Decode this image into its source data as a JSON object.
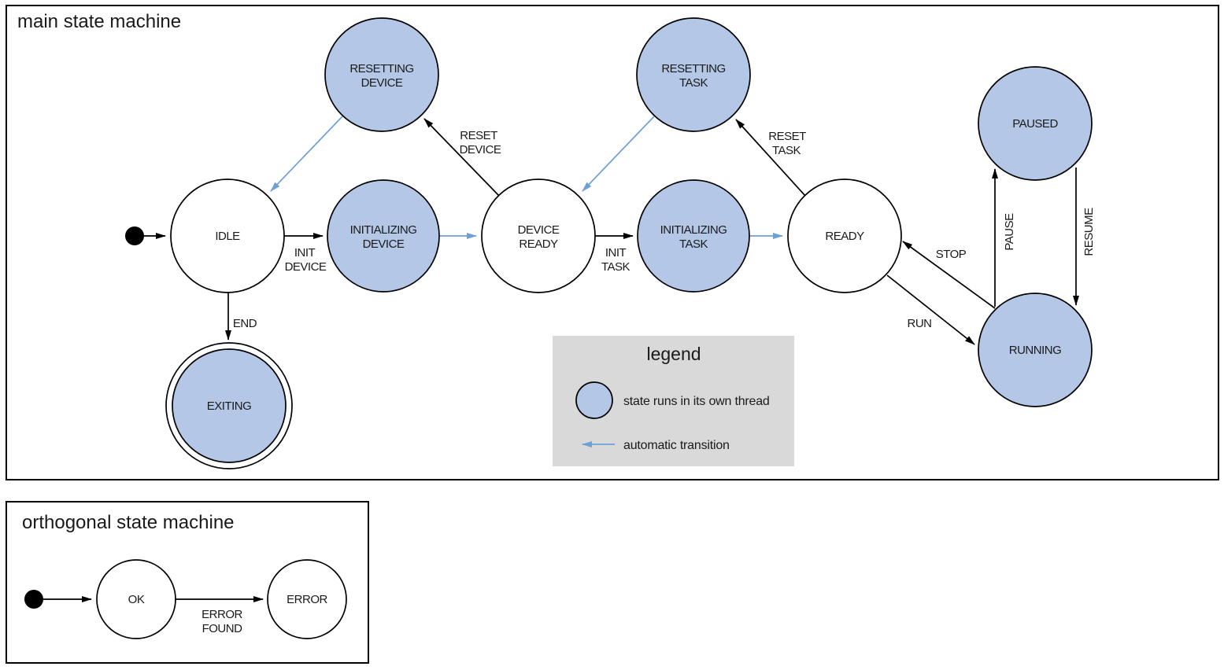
{
  "main": {
    "title": "main state machine",
    "states": {
      "resetting_device": {
        "line1": "RESETTING",
        "line2": "DEVICE",
        "threaded": true
      },
      "resetting_task": {
        "line1": "RESETTING",
        "line2": "TASK",
        "threaded": true
      },
      "paused": {
        "label": "PAUSED",
        "threaded": true
      },
      "idle": {
        "label": "IDLE",
        "threaded": false
      },
      "initializing_device": {
        "line1": "INITIALIZING",
        "line2": "DEVICE",
        "threaded": true
      },
      "device_ready": {
        "line1": "DEVICE",
        "line2": "READY",
        "threaded": false
      },
      "initializing_task": {
        "line1": "INITIALIZING",
        "line2": "TASK",
        "threaded": true
      },
      "ready": {
        "label": "READY",
        "threaded": false
      },
      "running": {
        "label": "RUNNING",
        "threaded": true
      },
      "exiting": {
        "label": "EXITING",
        "threaded": true,
        "final": true
      }
    },
    "transitions": {
      "init_device": {
        "line1": "INIT",
        "line2": "DEVICE"
      },
      "init_task": {
        "line1": "INIT",
        "line2": "TASK"
      },
      "reset_device": {
        "line1": "RESET",
        "line2": "DEVICE"
      },
      "reset_task": {
        "line1": "RESET",
        "line2": "TASK"
      },
      "end": "END",
      "stop": "STOP",
      "run": "RUN",
      "pause": "PAUSE",
      "resume": "RESUME"
    }
  },
  "legend": {
    "title": "legend",
    "threaded_label": "state runs in its own thread",
    "auto_label": "automatic transition"
  },
  "orthogonal": {
    "title": "orthogonal state machine",
    "states": {
      "ok": "OK",
      "error": "ERROR"
    },
    "transitions": {
      "error_found": {
        "line1": "ERROR",
        "line2": "FOUND"
      }
    }
  },
  "colors": {
    "threaded_state_fill": "#b4c7e7",
    "auto_transition": "#6f9fd8",
    "legend_bg": "#d9d9d9"
  }
}
